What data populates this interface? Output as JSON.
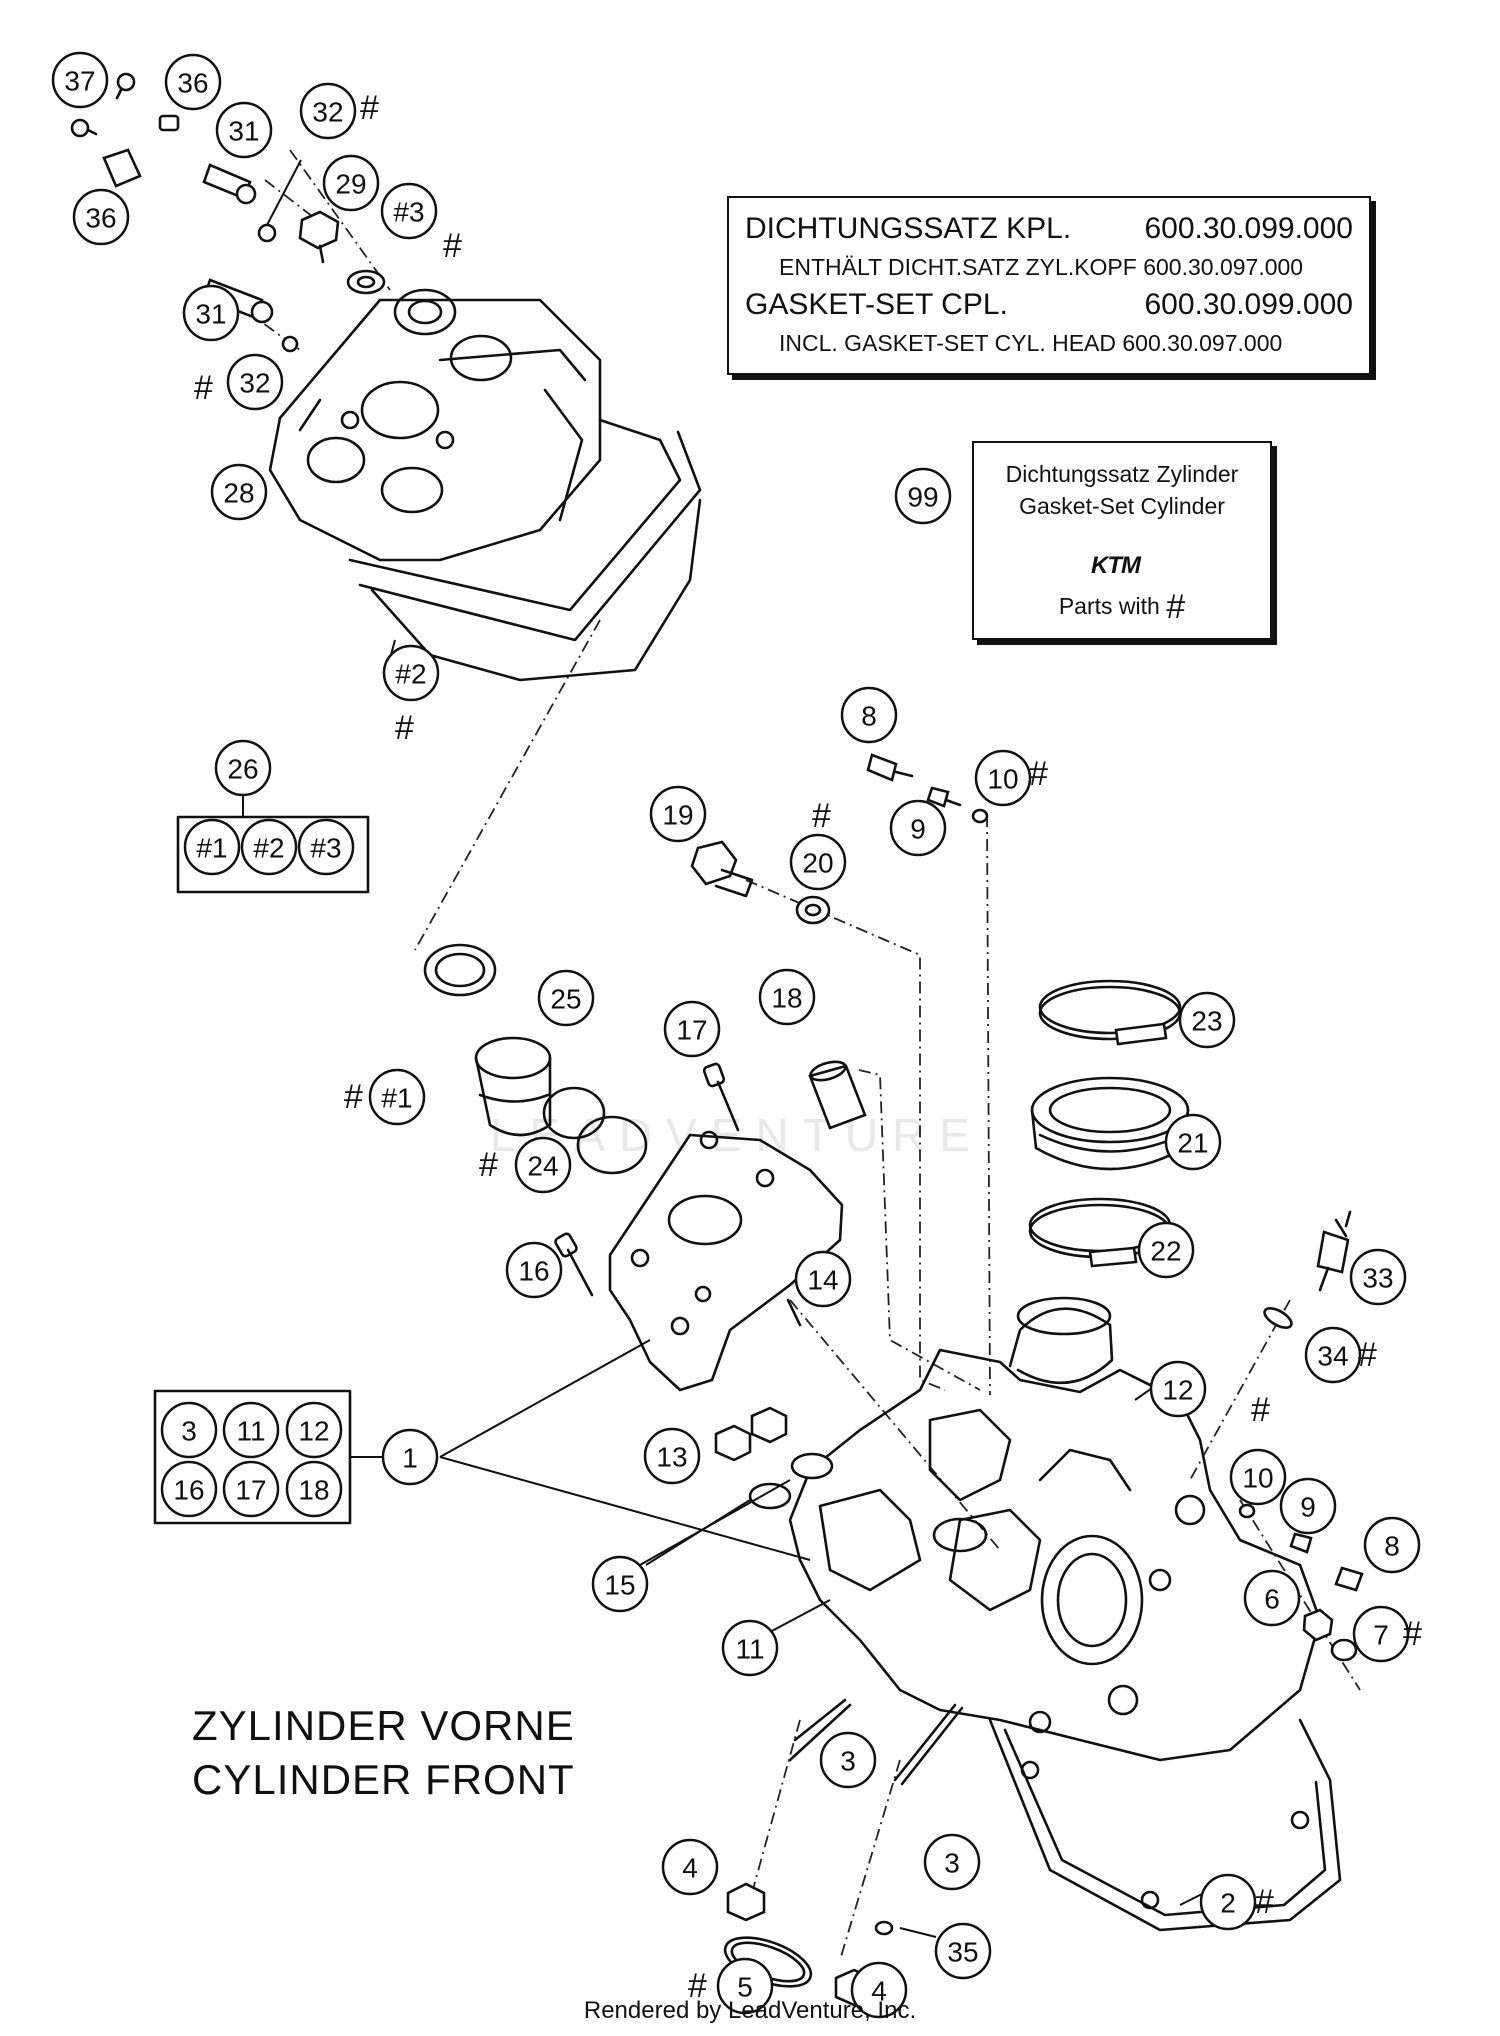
{
  "gasket_box": {
    "line1_label": "DICHTUNGSSATZ KPL.",
    "line1_part": "600.30.099.000",
    "line2": "ENTHÄLT DICHT.SATZ ZYL.KOPF 600.30.097.000",
    "line3_label": "GASKET-SET CPL.",
    "line3_part": "600.30.099.000",
    "line4": "INCL. GASKET-SET CYL. HEAD 600.30.097.000"
  },
  "cylinder_box": {
    "line1": "Dichtungssatz Zylinder",
    "line2": "Gasket-Set Cylinder",
    "brand": "KTM",
    "line3": "Parts with",
    "mark": "#"
  },
  "titles": {
    "de": "ZYLINDER VORNE",
    "en": "CYLINDER FRONT"
  },
  "watermark": "LEADVENTURE",
  "footer": "Rendered by LeadVenture, Inc.",
  "hash": "#",
  "callouts": [
    {
      "label": "37"
    },
    {
      "label": "36"
    },
    {
      "label": "36"
    },
    {
      "label": "31"
    },
    {
      "label": "32"
    },
    {
      "label": "29"
    },
    {
      "label": "#3"
    },
    {
      "label": "31"
    },
    {
      "label": "32"
    },
    {
      "label": "28"
    },
    {
      "label": "#2"
    },
    {
      "label": "26"
    },
    {
      "label": "#1"
    },
    {
      "label": "#2"
    },
    {
      "label": "#3"
    },
    {
      "label": "99"
    },
    {
      "label": "8"
    },
    {
      "label": "10"
    },
    {
      "label": "9"
    },
    {
      "label": "19"
    },
    {
      "label": "20"
    },
    {
      "label": "#1"
    },
    {
      "label": "25"
    },
    {
      "label": "18"
    },
    {
      "label": "17"
    },
    {
      "label": "23"
    },
    {
      "label": "21"
    },
    {
      "label": "24"
    },
    {
      "label": "22"
    },
    {
      "label": "16"
    },
    {
      "label": "14"
    },
    {
      "label": "33"
    },
    {
      "label": "34"
    },
    {
      "label": "12"
    },
    {
      "label": "3"
    },
    {
      "label": "11"
    },
    {
      "label": "12"
    },
    {
      "label": "16"
    },
    {
      "label": "17"
    },
    {
      "label": "18"
    },
    {
      "label": "1"
    },
    {
      "label": "13"
    },
    {
      "label": "10"
    },
    {
      "label": "9"
    },
    {
      "label": "8"
    },
    {
      "label": "15"
    },
    {
      "label": "6"
    },
    {
      "label": "7"
    },
    {
      "label": "11"
    },
    {
      "label": "3"
    },
    {
      "label": "4"
    },
    {
      "label": "3"
    },
    {
      "label": "2"
    },
    {
      "label": "35"
    },
    {
      "label": "5"
    },
    {
      "label": "4"
    }
  ]
}
